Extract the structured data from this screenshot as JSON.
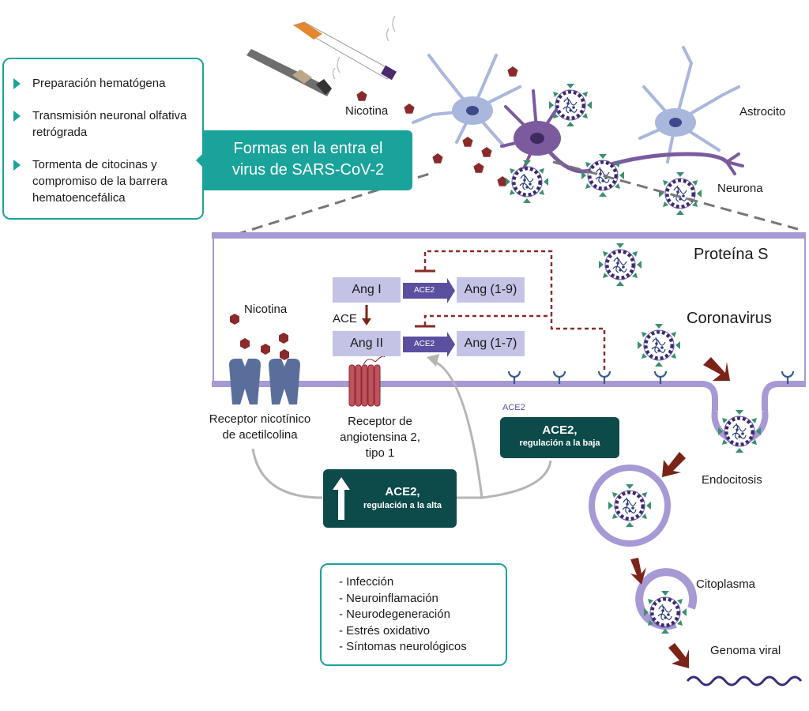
{
  "routes": {
    "items": [
      "Preparación hematógena",
      "Transmisión neuronal olfativa retrógrada",
      "Tormenta de citocinas y compromiso de la barrera hematoencefálica"
    ]
  },
  "entry_banner": {
    "line1": "Formas en la entra el",
    "line2": "virus de SARS-CoV-2"
  },
  "top_labels": {
    "nicotine": "Nicotina",
    "astrocyte": "Astrocito",
    "neuron": "Neurona"
  },
  "cell": {
    "spike_protein": "Proteína S",
    "coronavirus": "Coronavirus",
    "nicotine": "Nicotina",
    "ang1": "Ang I",
    "ang2": "Ang II",
    "ang19": "Ang (1-9)",
    "ang17": "Ang (1-7)",
    "ace": "ACE",
    "ace2_tag1": "ACE2",
    "ace2_tag2": "ACE2",
    "ace2_membrane": "ACE2",
    "nachr_line1": "Receptor nicotínico",
    "nachr_line2": "de acetilcolina",
    "at1_line1": "Receptor de",
    "at1_line2": "angiotensina 2,",
    "at1_line3": "tipo 1"
  },
  "ace2_down": {
    "title": "ACE2,",
    "subtitle": "regulación a la baja"
  },
  "ace2_up": {
    "title": "ACE2,",
    "subtitle": "regulación a la alta"
  },
  "pathway": {
    "endocytosis": "Endocitosis",
    "cytoplasm": "Citoplasma",
    "viral_genome": "Genoma viral"
  },
  "effects": {
    "items": [
      "- Infección",
      "- Neuroinflamación",
      "- Neurodegeneración",
      "- Estrés oxidativo",
      "- Síntomas neurológicos"
    ]
  },
  "colors": {
    "teal": "#1aa39a",
    "dark_teal": "#0d4a4a",
    "membrane": "#a79ad4",
    "ang_box": "#c4c3e6",
    "ace2_arrow": "#5b4fa0",
    "maroon": "#7a2418",
    "receptor_blue": "#5a6e9c",
    "receptor_red": "#c0525a",
    "virus_green": "#3a8f6f",
    "neuron_purple": "#7b5a9e",
    "astrocyte_blue": "#a9b7dc"
  }
}
